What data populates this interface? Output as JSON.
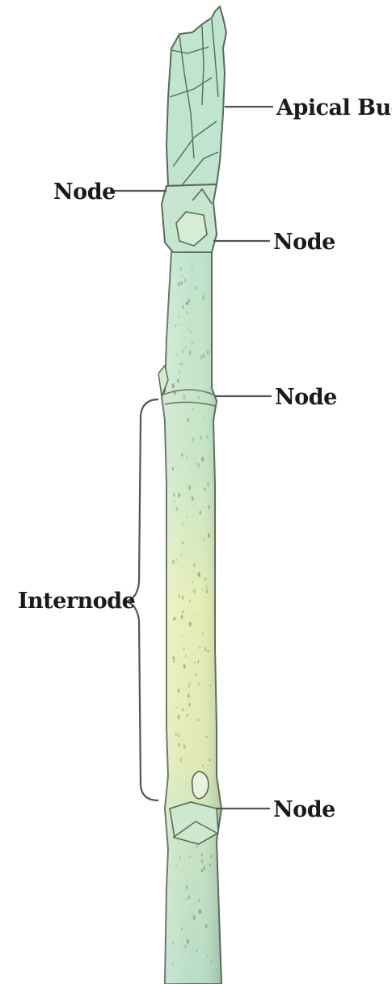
{
  "labels": {
    "apical_bud": "Apical Bud",
    "node_upper_left": "Node",
    "node_upper_right": "Node",
    "node_middle_right": "Node",
    "node_lower_right": "Node",
    "internode": "Internode"
  },
  "colors": {
    "stem_green": "#b9dfc7",
    "stem_yellow": "#e4ecb4",
    "stem_outline": "#5a6a58",
    "speckle": "#8a9a70",
    "leader": "#555555",
    "label_text": "#1a1a1a",
    "background": "#ffffff"
  }
}
